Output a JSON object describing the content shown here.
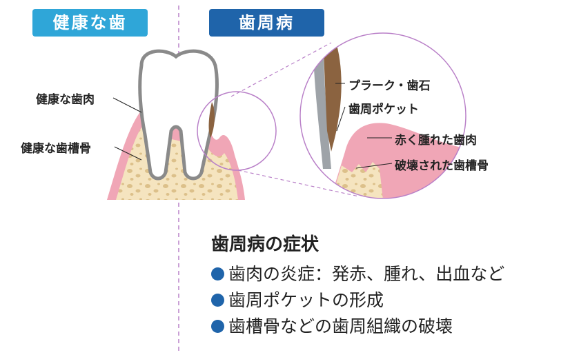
{
  "badges": {
    "healthy": "健康な歯",
    "disease": "歯周病"
  },
  "labels": {
    "healthy_gum": "健康な歯肉",
    "healthy_bone": "健康な歯槽骨",
    "plaque": "プラーク・歯石",
    "pocket": "歯周ポケット",
    "swollen_gum": "赤く腫れた歯肉",
    "destroyed_bone": "破壊された歯槽骨"
  },
  "symptoms": {
    "title": "歯周病の症状",
    "items": [
      "歯肉の炎症：発赤、腫れ、出血など",
      "歯周ポケットの形成",
      "歯槽骨などの歯周組織の破壊"
    ]
  },
  "colors": {
    "healthy_badge": "#2fa6d8",
    "disease_badge": "#1f64aa",
    "gum": "#f0a6b6",
    "bone": "#f5e4bf",
    "plaque": "#8b6340",
    "dashed_line": "#b980c8"
  }
}
